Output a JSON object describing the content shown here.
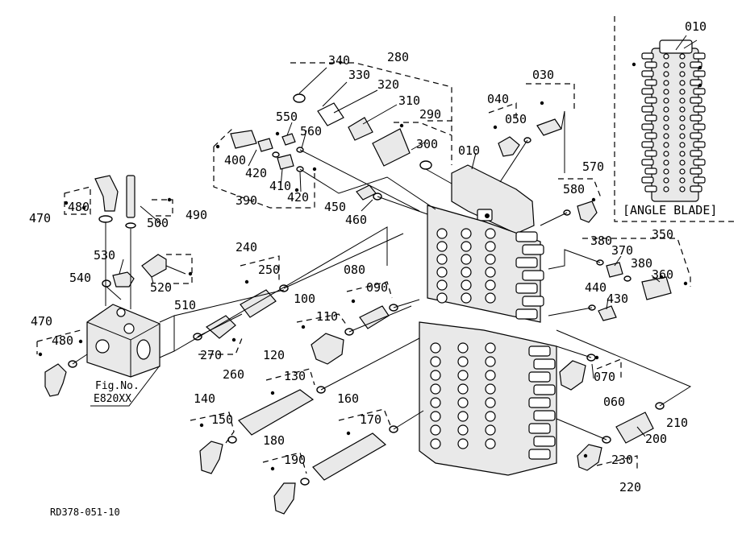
{
  "diagram": {
    "drawing_code": "RD378-051-10",
    "inset_label": "[ANGLE BLADE]",
    "fig_ref_line1": "Fig.No.",
    "fig_ref_line2": "E820XX",
    "part_labels": {
      "p010a": "010",
      "p010b": "010",
      "p030": "030",
      "p040": "040",
      "p050": "050",
      "p060": "060",
      "p070": "070",
      "p080": "080",
      "p090": "090",
      "p100": "100",
      "p110": "110",
      "p120": "120",
      "p130": "130",
      "p140": "140",
      "p150": "150",
      "p160": "160",
      "p170": "170",
      "p180": "180",
      "p190": "190",
      "p200": "200",
      "p210": "210",
      "p220": "220",
      "p230": "230",
      "p240": "240",
      "p250": "250",
      "p260": "260",
      "p270": "270",
      "p280": "280",
      "p290": "290",
      "p300": "300",
      "p310": "310",
      "p320": "320",
      "p330": "330",
      "p340": "340",
      "p350": "350",
      "p360": "360",
      "p370": "370",
      "p380a": "380",
      "p380b": "380",
      "p390": "390",
      "p400": "400",
      "p410": "410",
      "p420a": "420",
      "p420b": "420",
      "p430": "430",
      "p440": "440",
      "p450": "450",
      "p460": "460",
      "p470a": "470",
      "p470b": "470",
      "p480a": "480",
      "p480b": "480",
      "p490": "490",
      "p500": "500",
      "p510": "510",
      "p520": "520",
      "p530": "530",
      "p540": "540",
      "p550": "550",
      "p560": "560",
      "p570": "570",
      "p580": "580"
    }
  }
}
